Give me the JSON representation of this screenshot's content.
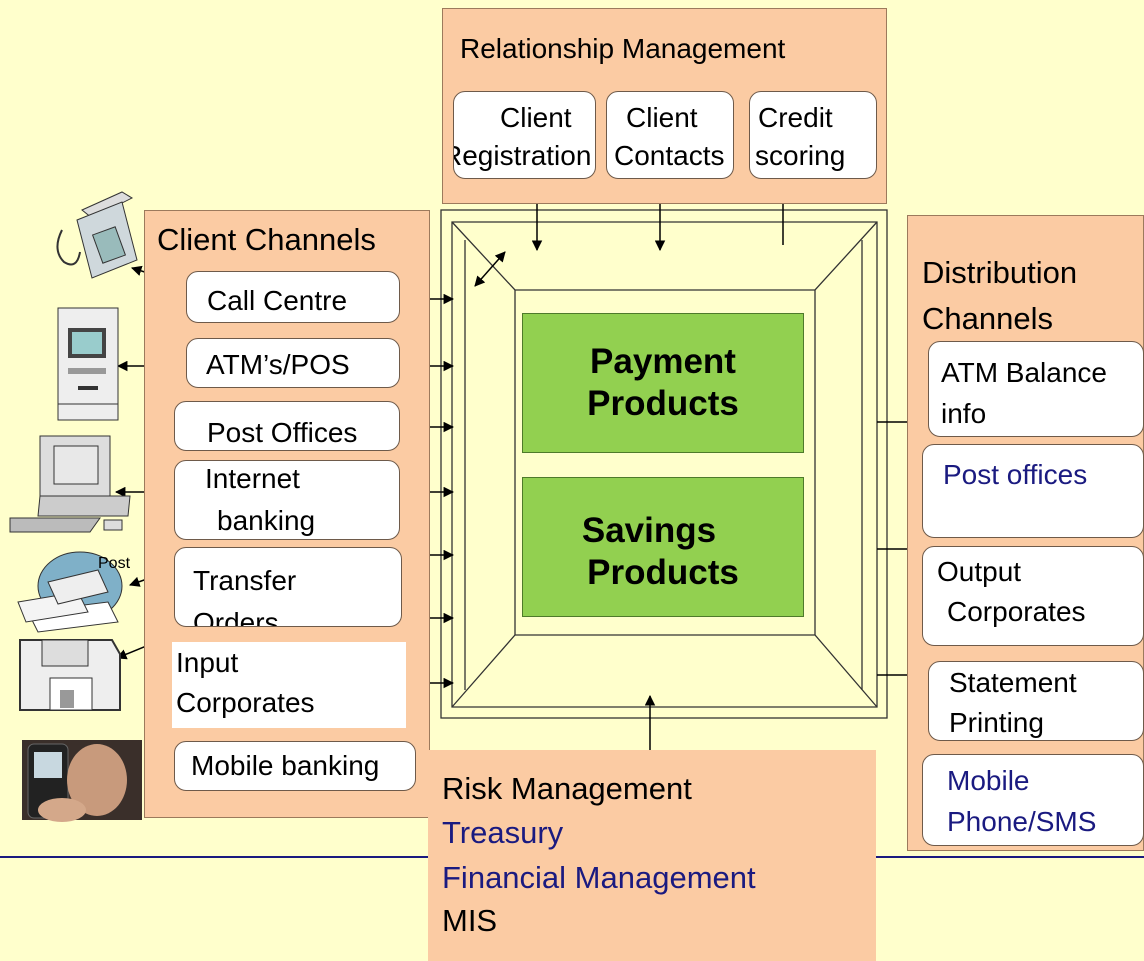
{
  "relationship": {
    "title": "Relationship Management",
    "items": [
      {
        "line1": "Client",
        "line2": "Registration"
      },
      {
        "line1": "Client",
        "line2": "Contacts"
      },
      {
        "line1": "Credit",
        "line2": "scoring"
      }
    ]
  },
  "client_channels": {
    "title": "Client Channels",
    "items": [
      "Call Centre",
      "ATM’s/POS",
      "Post Offices",
      "Internet",
      "banking",
      "Transfer",
      "Orders",
      "Input",
      "Corporates",
      "Mobile banking"
    ],
    "post_label": "Post"
  },
  "core": {
    "payment": {
      "line1": "Payment",
      "line2": "Products"
    },
    "savings": {
      "line1": "Savings",
      "line2": "Products"
    }
  },
  "distribution": {
    "title_line1": "Distribution",
    "title_line2": "Channels",
    "items": [
      {
        "line1": "ATM Balance",
        "line2": "info"
      },
      {
        "line1": "Post offices",
        "line2": ""
      },
      {
        "line1": "Output",
        "line2": "Corporates"
      },
      {
        "line1": "Statement",
        "line2": "Printing"
      },
      {
        "line1": "Mobile",
        "line2": "Phone/SMS"
      }
    ]
  },
  "bottom": {
    "lines": [
      "Risk Management",
      "Treasury",
      "Financial Management",
      "MIS"
    ]
  },
  "colors": {
    "background": "#FFFFCC",
    "panel": "#FBCBA3",
    "product_box": "#92D050",
    "navy_text": "#1A1A80"
  }
}
